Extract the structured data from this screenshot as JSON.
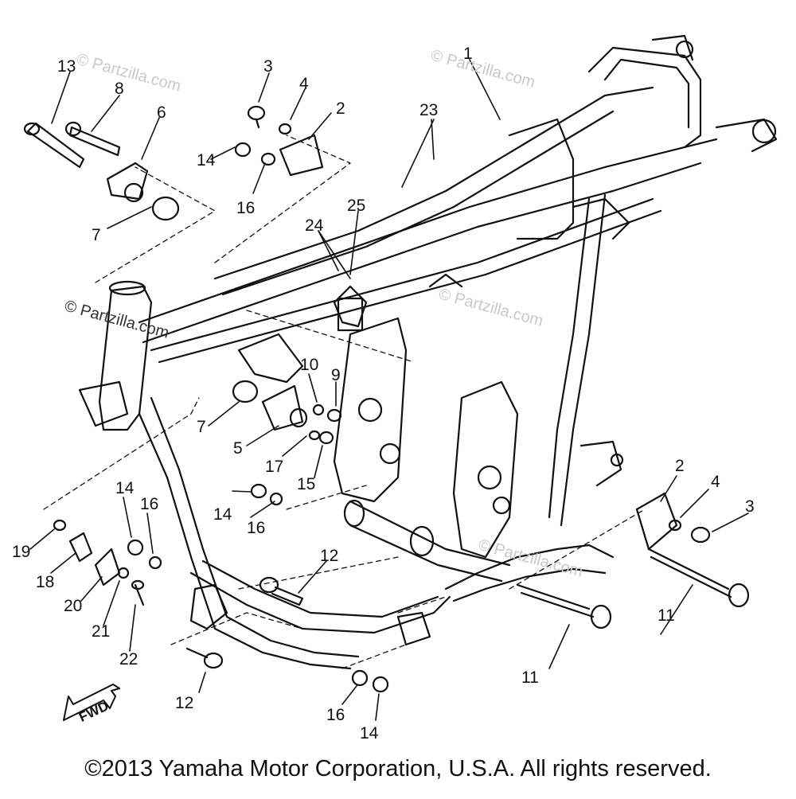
{
  "diagram": {
    "callouts": {
      "c1": "1",
      "c2a": "2",
      "c2b": "2",
      "c3a": "3",
      "c3b": "3",
      "c4a": "4",
      "c4b": "4",
      "c5": "5",
      "c6": "6",
      "c7a": "7",
      "c7b": "7",
      "c8": "8",
      "c9": "9",
      "c10": "10",
      "c11a": "11",
      "c11b": "11",
      "c12a": "12",
      "c12b": "12",
      "c13": "13",
      "c14a": "14",
      "c14b": "14",
      "c14c": "14",
      "c14d": "14",
      "c15": "15",
      "c16a": "16",
      "c16b": "16",
      "c16c": "16",
      "c16d": "16",
      "c17": "17",
      "c18": "18",
      "c19": "19",
      "c20": "20",
      "c21": "21",
      "c22": "22",
      "c23": "23",
      "c24": "24",
      "c25": "25"
    },
    "watermarks": {
      "w1": "© Partzilla.com",
      "w2": "© Partzilla.com",
      "w3": "© Partzilla.com",
      "w4": "© Partzilla.com",
      "w5": "© Partzilla.com"
    },
    "fwd_label": "FWD"
  },
  "footer": {
    "copyright": "©2013 Yamaha Motor Corporation, U.S.A. All rights reserved."
  },
  "colors": {
    "ink": "#111111",
    "watermark": "#c9c9c9",
    "background": "#ffffff"
  }
}
